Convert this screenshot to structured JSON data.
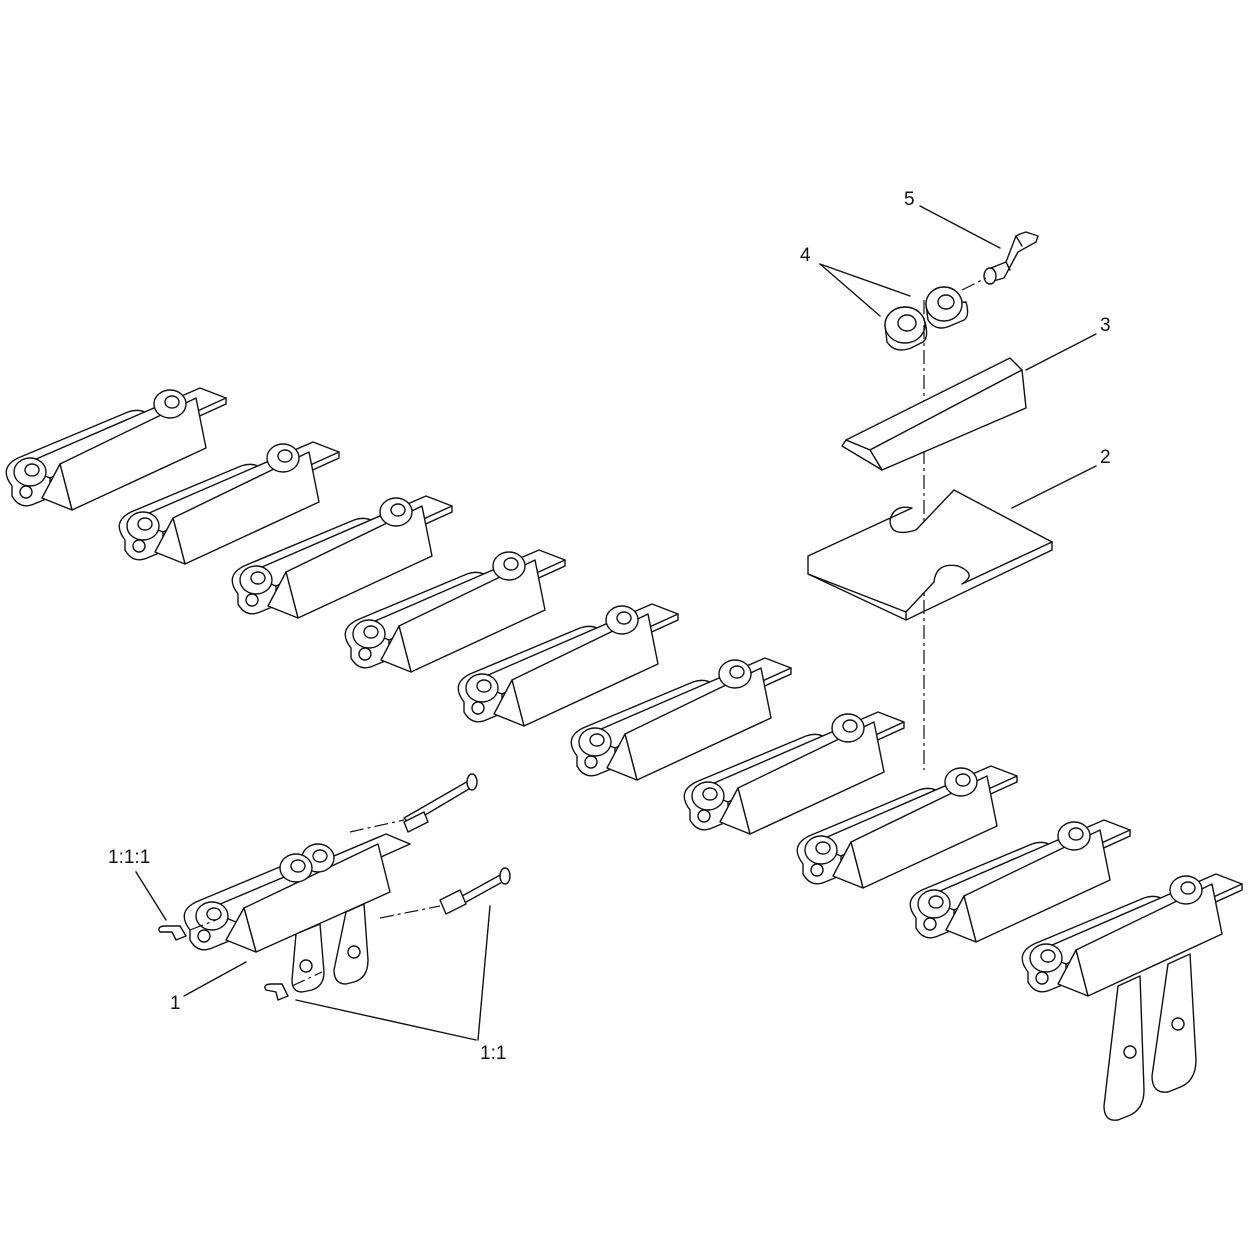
{
  "figure": {
    "callouts": [
      {
        "id": "callout-5",
        "text": "5"
      },
      {
        "id": "callout-4",
        "text": "4"
      },
      {
        "id": "callout-3",
        "text": "3"
      },
      {
        "id": "callout-2",
        "text": "2"
      },
      {
        "id": "callout-1-1-1",
        "text": "1:1:1"
      },
      {
        "id": "callout-1",
        "text": "1"
      },
      {
        "id": "callout-1-1",
        "text": "1:1"
      }
    ],
    "chain_link_count": 10,
    "colors": {
      "line": "#111111",
      "background": "#ffffff"
    }
  }
}
